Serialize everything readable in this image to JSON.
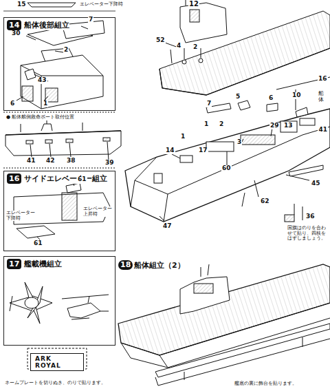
{
  "diagram": {
    "nodes": [
      {
        "text": [
          "14",
          "船体後部組立"
        ]
      },
      {
        "text": [
          "16",
          "サイドエレベーター組立"
        ]
      },
      {
        "text": [
          "17",
          "艦載機組立"
        ]
      },
      {
        "text": [
          "ARK ROYAL"
        ]
      }
    ],
    "labels": [
      "15",
      "エレベーター下降時",
      "30",
      "7",
      "2",
      "43",
      "6",
      "1",
      "● 船体舷側救命ボート取付位置",
      "41",
      "42",
      "38",
      "39",
      "61",
      "エレベーター 上昇時",
      "エレベーター 下降時",
      "61",
      "12",
      "52",
      "4",
      "2",
      "10",
      "16",
      "船体",
      "7",
      "5",
      "6",
      "1",
      "2",
      "3",
      "29",
      "13",
      "41",
      "1",
      "14",
      "17",
      "60",
      "45",
      "62",
      "47",
      "36",
      "国旗はのりを合わせて貼り、四枝をはずしましょう。",
      "18",
      "船体組立（2）",
      "ネームプレートを切りぬき、のりで貼ります。",
      "艦底の裏に飾台を貼ります。"
    ]
  }
}
